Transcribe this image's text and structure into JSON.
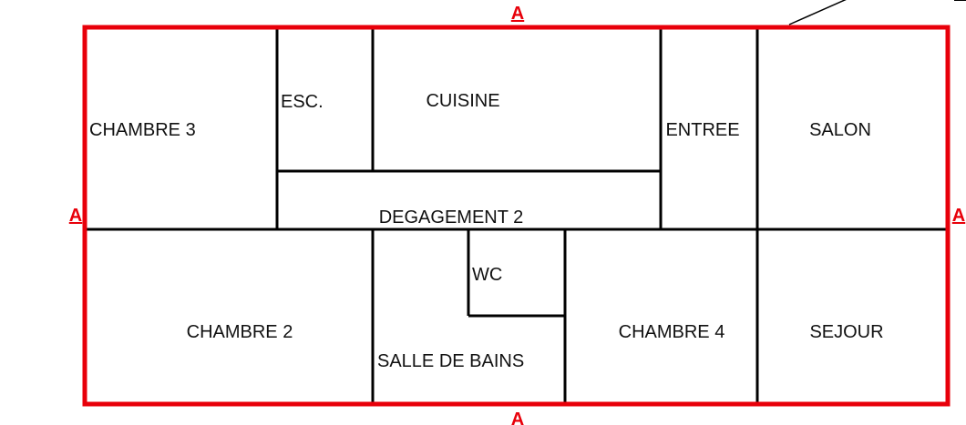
{
  "colors": {
    "outline": "#e8000a",
    "walls": "#000000",
    "label": "#111111"
  },
  "section_markers": {
    "top": "A",
    "bottom": "A",
    "left": "A",
    "right": "A"
  },
  "rooms": {
    "chambre3": "CHAMBRE 3",
    "esc": "ESC.",
    "cuisine": "CUISINE",
    "entree": "ENTREE",
    "salon": "SALON",
    "degagement2": "DEGAGEMENT 2",
    "wc": "WC",
    "chambre2": "CHAMBRE 2",
    "salle_de_bains": "SALLE DE BAINS",
    "chambre4": "CHAMBRE 4",
    "sejour": "SEJOUR"
  }
}
